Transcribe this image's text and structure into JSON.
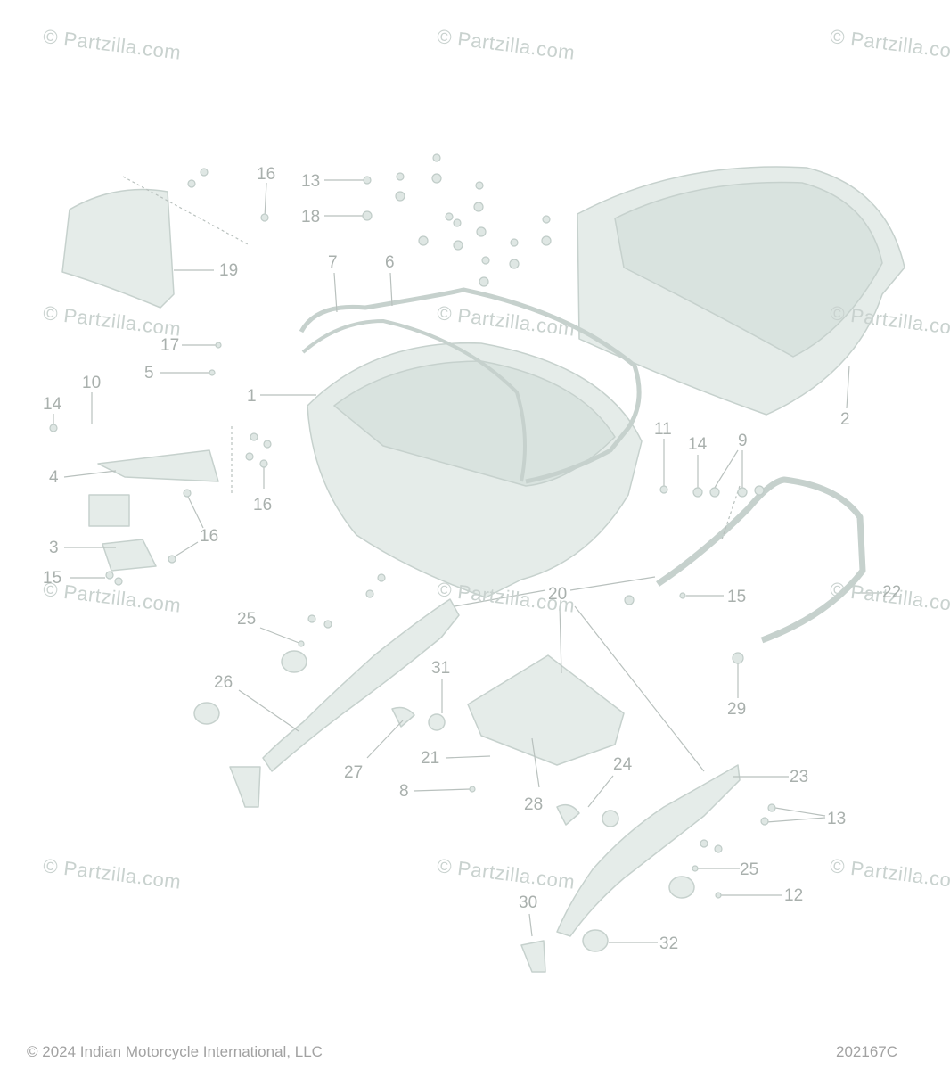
{
  "watermark_text": "© Partzilla.com",
  "copyright": "© 2024 Indian Motorcycle International, LLC",
  "diagram_code": "202167C",
  "callouts": [
    "16",
    "13",
    "18",
    "7",
    "6",
    "19",
    "17",
    "5",
    "1",
    "10",
    "14",
    "4",
    "3",
    "15",
    "16",
    "16",
    "2",
    "11",
    "14",
    "9",
    "20",
    "15",
    "22",
    "25",
    "31",
    "26",
    "27",
    "21",
    "8",
    "28",
    "24",
    "23",
    "13",
    "25",
    "12",
    "30",
    "32",
    "29"
  ],
  "colors": {
    "part_fill": "#e5ece9",
    "part_stroke": "#c6d1cd",
    "leader_line": "#b9c1be",
    "callout_text": "#a9b0ad"
  }
}
